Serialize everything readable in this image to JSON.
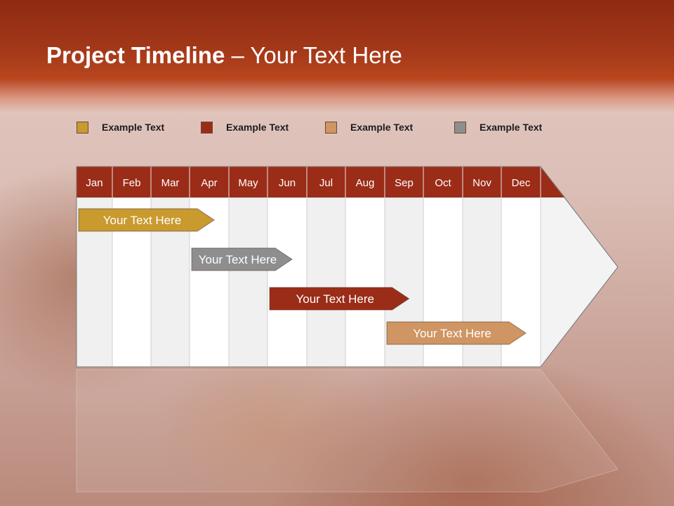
{
  "title": {
    "bold": "Project Timeline",
    "rest": " – Your Text Here"
  },
  "legend": [
    {
      "label": "Example Text",
      "color": "#c99a2e"
    },
    {
      "label": "Example Text",
      "color": "#9b2c18"
    },
    {
      "label": "Example Text",
      "color": "#cf9562"
    },
    {
      "label": "Example Text",
      "color": "#8e8e8e"
    }
  ],
  "months": [
    "Jan",
    "Feb",
    "Mar",
    "Apr",
    "May",
    "Jun",
    "Jul",
    "Aug",
    "Sep",
    "Oct",
    "Nov",
    "Dec"
  ],
  "colors": {
    "header": "#9b2c18",
    "grid_a": "#f0f0f0",
    "grid_b": "#ffffff"
  },
  "tasks": [
    {
      "label": "Your  Text Here",
      "start_month": "Jan",
      "end_month": "Apr",
      "color": "#c99a2e"
    },
    {
      "label": "Your  Text Here",
      "start_month": "Apr",
      "end_month": "Jun",
      "color": "#8e8e8e"
    },
    {
      "label": "Your  Text Here",
      "start_month": "Jun",
      "end_month": "Sep",
      "color": "#9b2c18"
    },
    {
      "label": "Your  Text Here",
      "start_month": "Sep",
      "end_month": "Dec",
      "color": "#cf9562"
    }
  ]
}
